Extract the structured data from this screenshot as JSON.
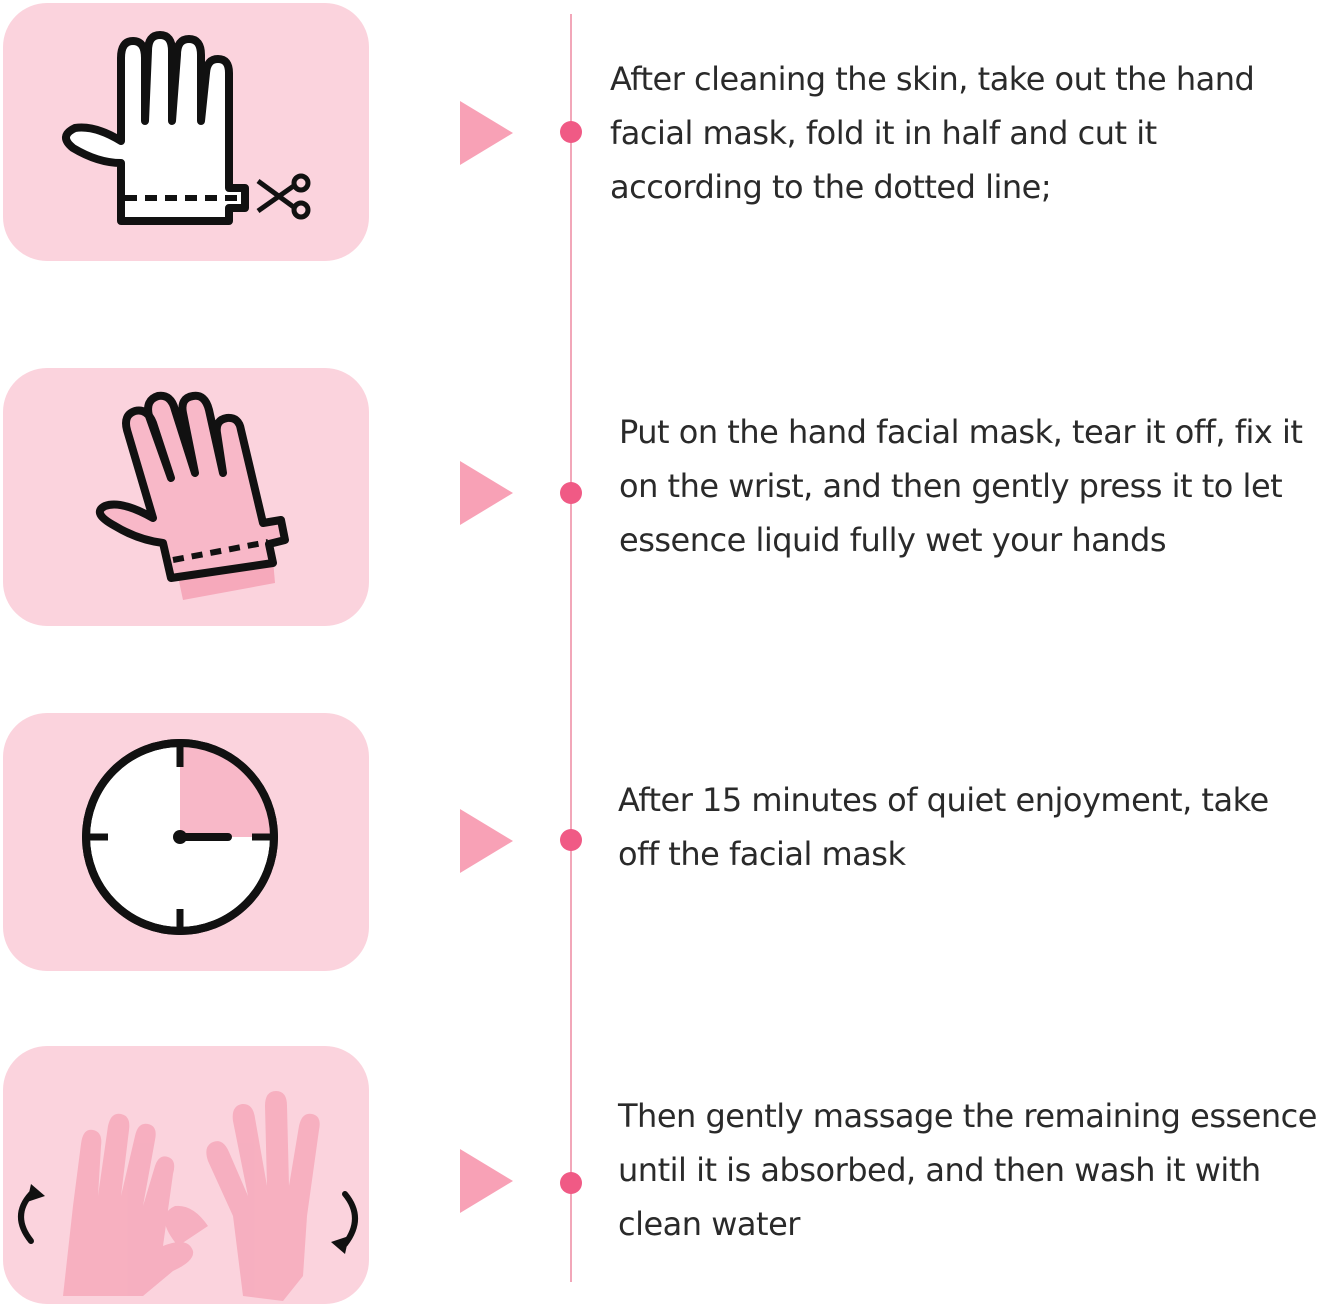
{
  "colors": {
    "card_bg": "#fbd3dd",
    "accent_pink": "#f05a85",
    "arrow_pink": "#f8a1b6",
    "timeline": "#f2a7b9",
    "icon_stroke": "#111111",
    "text": "#2a2a2a"
  },
  "steps": [
    {
      "icon": "hand-cut-scissors-icon",
      "text": "After cleaning the skin, take out the hand facial mask, fold it in half and cut it according to the dotted line;"
    },
    {
      "icon": "hand-mask-wrist-icon",
      "text": "Put on the hand facial mask, tear it off, fix it on the wrist, and then gently press it to let essence liquid fully wet your hands"
    },
    {
      "icon": "clock-15-minutes-icon",
      "text": "After 15 minutes of quiet enjoyment, take off the facial mask"
    },
    {
      "icon": "hands-massage-rotate-icon",
      "text": "Then gently massage the remaining essence until it is absorbed, and then wash it with clean water"
    }
  ]
}
